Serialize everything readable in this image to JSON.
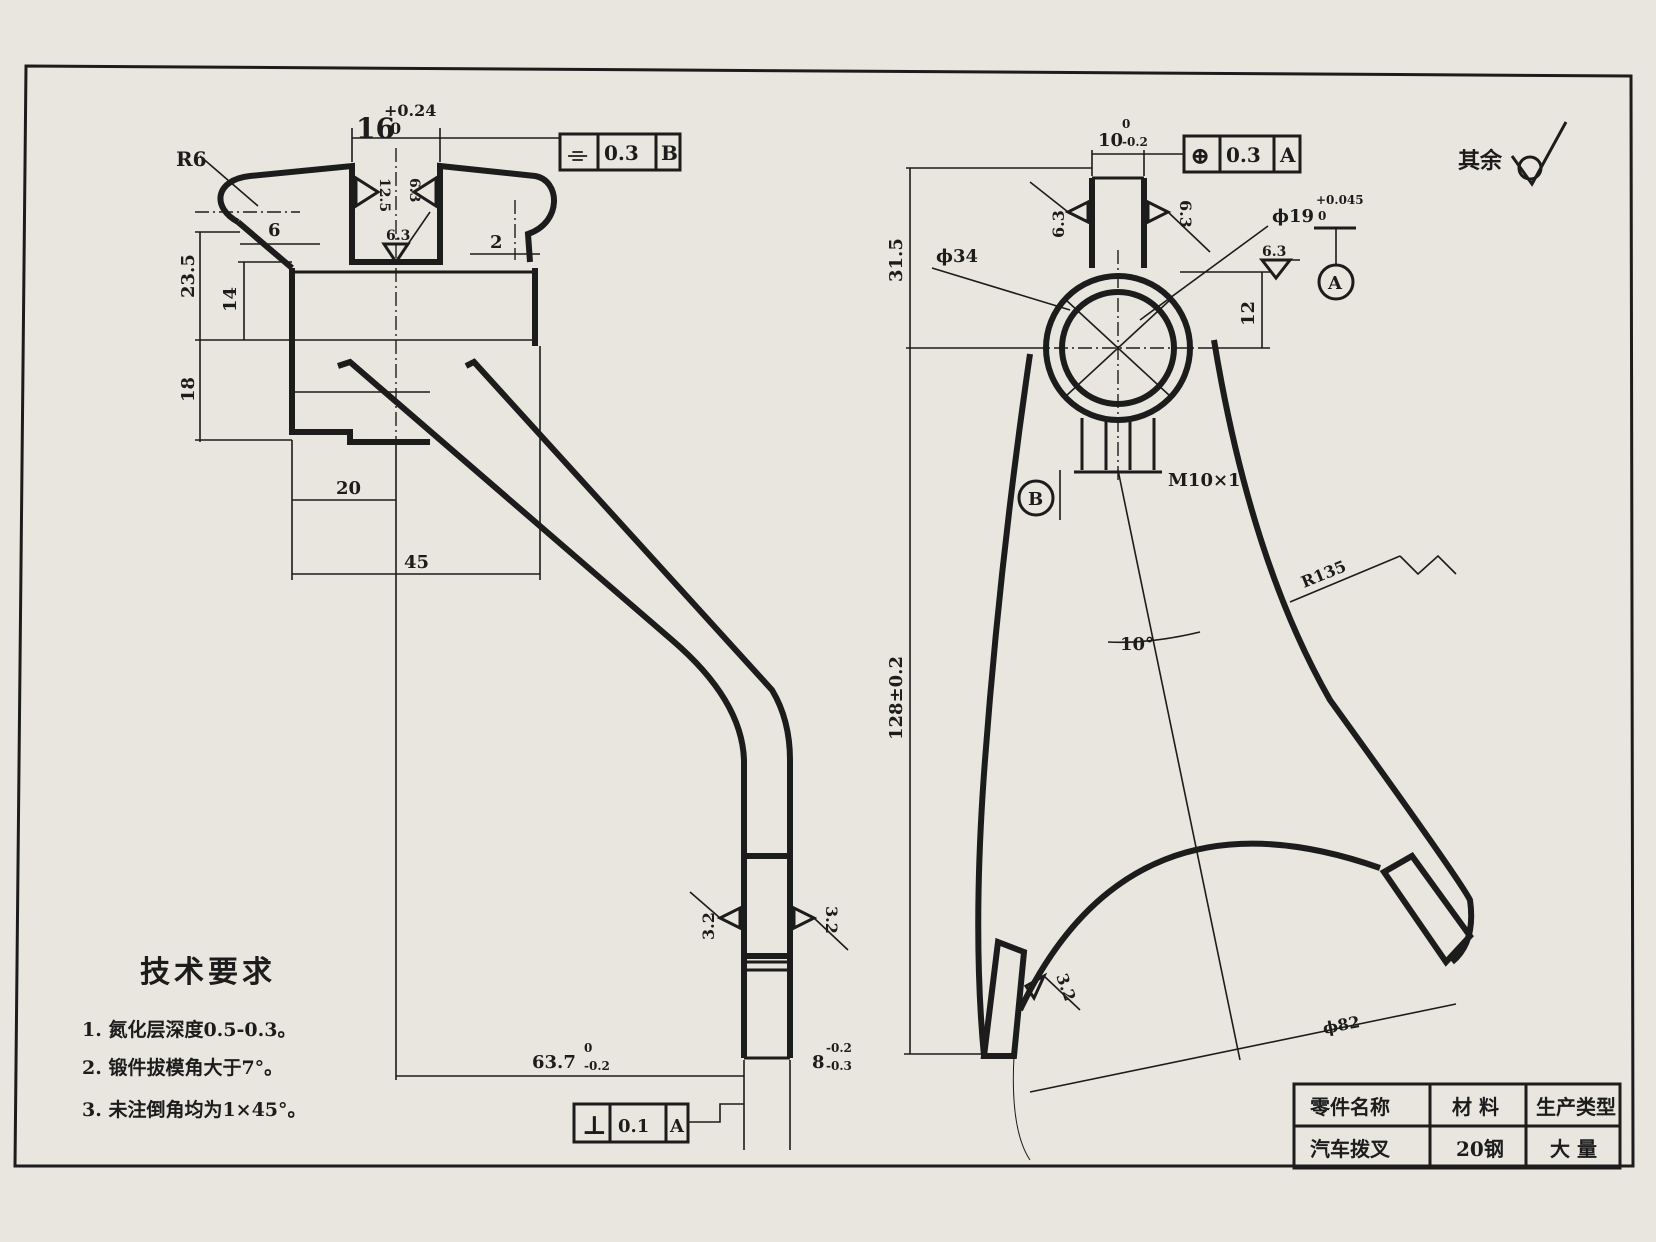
{
  "left_view": {
    "radius_label": "R6",
    "width_dim": {
      "nominal": "16",
      "upper_dev": "+0.24",
      "lower_dev": "0"
    },
    "symmetry_frame": {
      "symbol": "⌯",
      "tolerance": "0.3",
      "datum": "B"
    },
    "roughness_labels": [
      "12.5",
      "6.3",
      "6.3"
    ],
    "dim_6": "6",
    "dim_2": "2",
    "dim_23_5": "23.5",
    "dim_14": "14",
    "dim_18": "18",
    "dim_20": "20",
    "dim_45": "45",
    "dim_63_7": {
      "nominal": "63.7",
      "upper_dev": "0",
      "lower_dev": "-0.2"
    },
    "dim_8": {
      "nominal": "8",
      "upper_dev": "-0.2",
      "lower_dev": "-0.3"
    },
    "arm_roughness": [
      "3.2",
      "3.2"
    ],
    "perp_frame": {
      "symbol": "⊥",
      "tolerance": "0.1",
      "datum": "A"
    }
  },
  "right_view": {
    "slot_dim": {
      "nominal": "10",
      "upper_dev": "0",
      "lower_dev": "-0.2"
    },
    "position_frame": {
      "symbol": "⊕",
      "tolerance": "0.3",
      "datum": "A"
    },
    "roughness_labels": [
      "6.3",
      "6.3",
      "6.3",
      "3.2"
    ],
    "bore_dim": {
      "nominal": "ϕ19",
      "upper_dev": "+0.045",
      "lower_dev": "0"
    },
    "outer_dia": "ϕ34",
    "dim_31_5": "31.5",
    "dim_12": "12",
    "datum_a": "A",
    "datum_b": "B",
    "thread_label": "M10×1",
    "angle_label": "10°",
    "radius_label": "R135",
    "dim_128": "128±0.2",
    "dia_82": "ϕ82"
  },
  "other_roughness": {
    "label": "其余"
  },
  "tech_requirements": {
    "title": "技术要求",
    "items": [
      "1. 氮化层深度0.5-0.3。",
      "2. 锻件拔模角大于7°。",
      "3. 未注倒角均为1×45°。"
    ]
  },
  "title_block": {
    "headers": [
      "零件名称",
      "材 料",
      "生产类型"
    ],
    "values": [
      "汽车拨叉",
      "20钢",
      "大 量"
    ]
  },
  "colors": {
    "paper": "#e8e6df",
    "ink": "#1c1c1c"
  }
}
